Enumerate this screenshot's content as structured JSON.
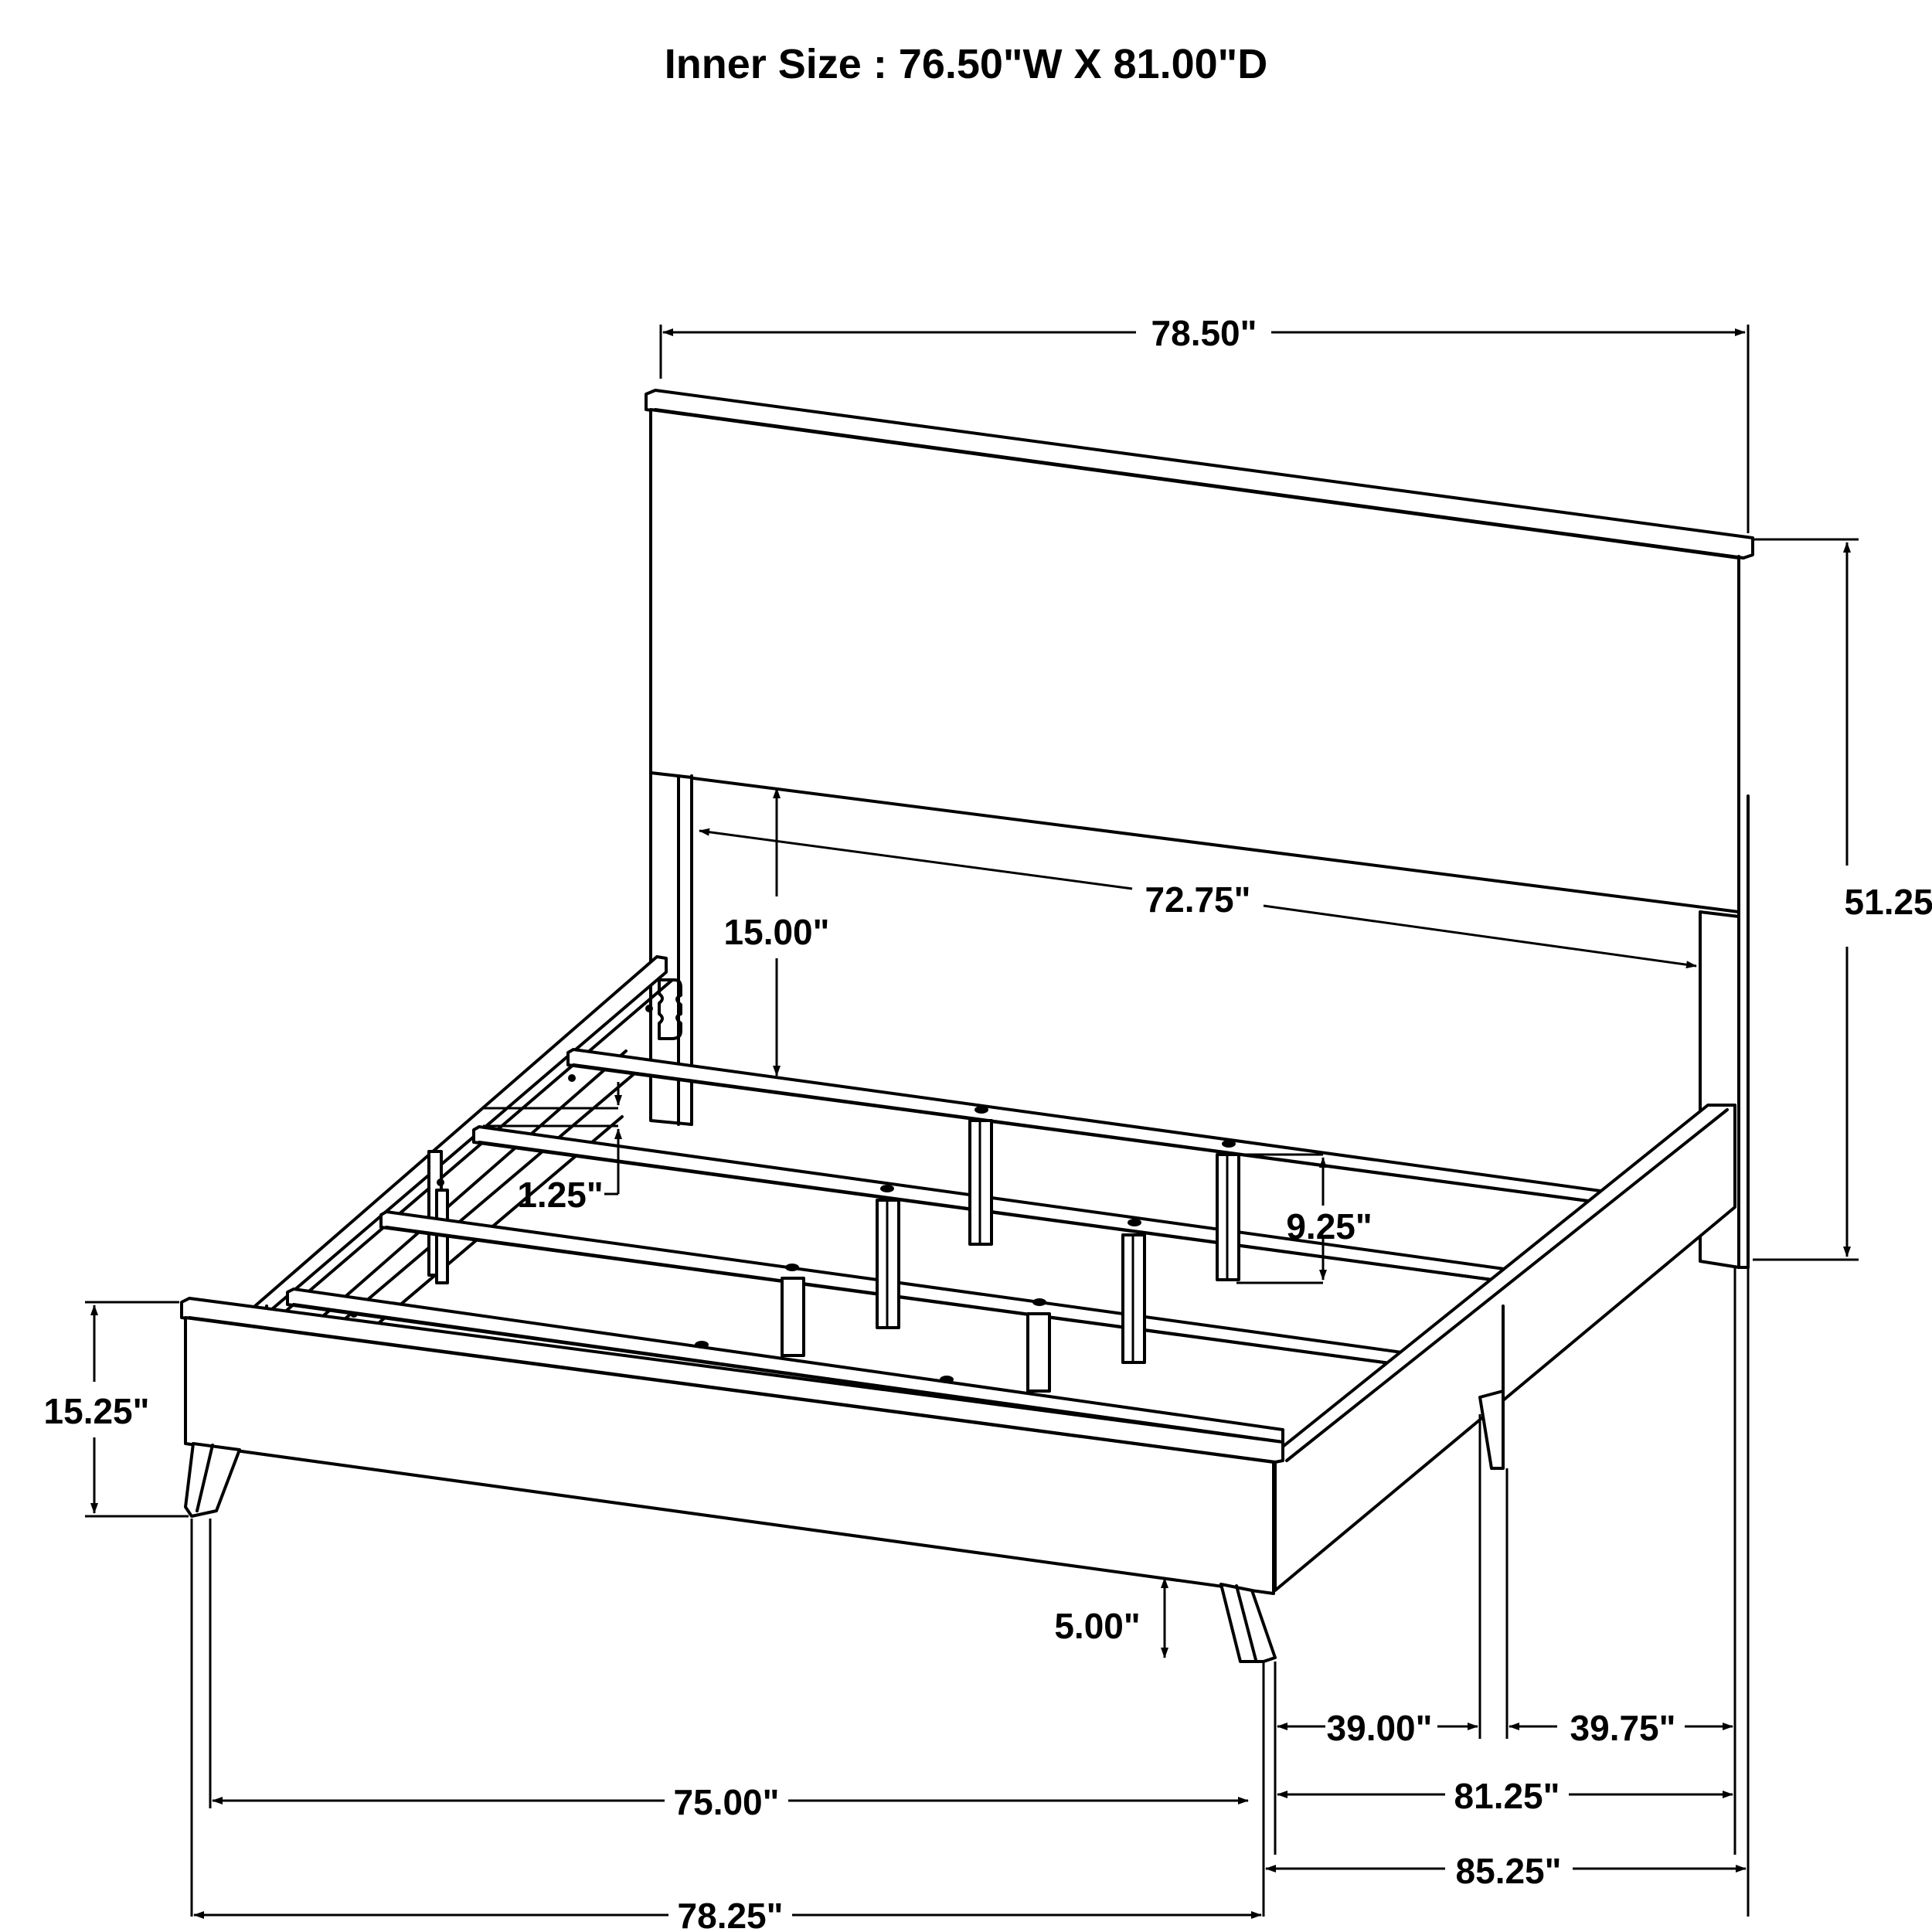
{
  "title": "Inner Size : 76.50\"W X 81.00\"D",
  "diagram": {
    "subject": "bed-frame-dimension-drawing",
    "colors": {
      "line": "#000000",
      "background": "#ffffff"
    },
    "dimensions": {
      "headboard_width": "78.50\"",
      "headboard_height": "51.25\"",
      "headboard_panel_inner_width": "72.75\"",
      "headboard_leg_clearance": "15.00\"",
      "slat_drop": "1.25\"",
      "center_support_height": "9.25\"",
      "footboard_height": "15.25\"",
      "leg_height": "5.00\"",
      "side_rail_left_half": "39.00\"",
      "side_rail_right_half": "39.75\"",
      "rail_length": "81.25\"",
      "overall_length": "85.25\"",
      "footboard_inner_width": "75.00\"",
      "overall_width": "78.25\""
    }
  }
}
